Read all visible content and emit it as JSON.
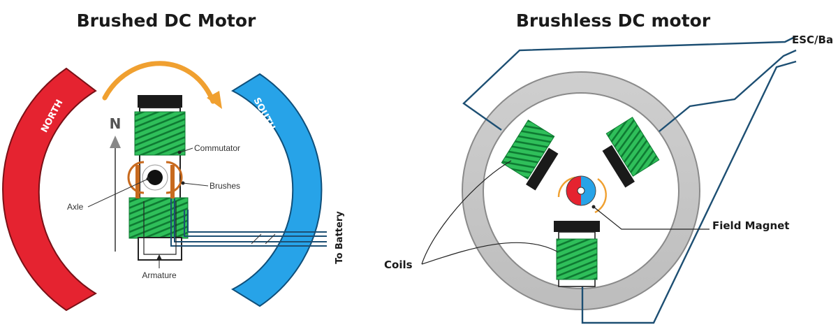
{
  "diagrams": {
    "brushed": {
      "title": "Brushed DC Motor",
      "north_label": "NORTH",
      "south_label": "SOUTH",
      "n_marker": "N",
      "commutator_label": "Commutator",
      "brushes_label": "Brushes",
      "axle_label": "Axle",
      "armature_label": "Armature",
      "battery_label": "To Battery"
    },
    "brushless": {
      "title": "Brushless DC motor",
      "esc_label": "ESC/Ba",
      "field_magnet_label": "Field Magnet",
      "coils_label": "Coils"
    }
  },
  "colors": {
    "north_pole": "#e52330",
    "south_pole": "#27a3e8",
    "coil_green": "#2fbf5a",
    "wire_blue": "#1d4f73",
    "rotation_arrow": "#f0a030",
    "stator_ring": "#c8c8c8"
  }
}
